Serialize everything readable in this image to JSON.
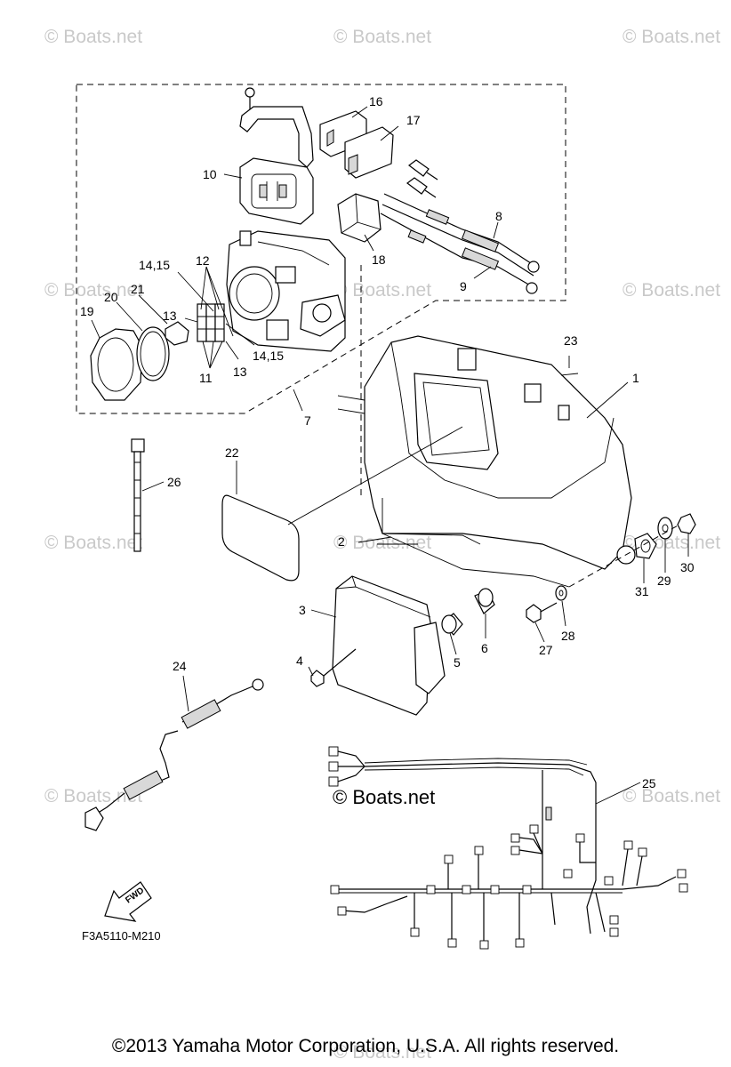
{
  "watermarks": [
    "© Boats.net",
    "© Boats.net",
    "© Boats.net"
  ],
  "brand_mark": "© Boats.net",
  "diagram_code": "F3A5110-M210",
  "fwd_label": "FWD",
  "copyright": "©2013 Yamaha Motor Corporation, U.S.A. All rights reserved.",
  "callouts": {
    "c1": "1",
    "c2": "2",
    "c3": "3",
    "c4": "4",
    "c5": "5",
    "c6": "6",
    "c7": "7",
    "c8": "8",
    "c9": "9",
    "c10": "10",
    "c11": "11",
    "c12": "12",
    "c13a": "13",
    "c13b": "13",
    "c1415a": "14,15",
    "c1415b": "14,15",
    "c16": "16",
    "c17": "17",
    "c18": "18",
    "c19": "19",
    "c20": "20",
    "c21": "21",
    "c22": "22",
    "c23": "23",
    "c24": "24",
    "c25": "25",
    "c26": "26",
    "c27": "27",
    "c28": "28",
    "c29": "29",
    "c30": "30",
    "c31": "31"
  }
}
